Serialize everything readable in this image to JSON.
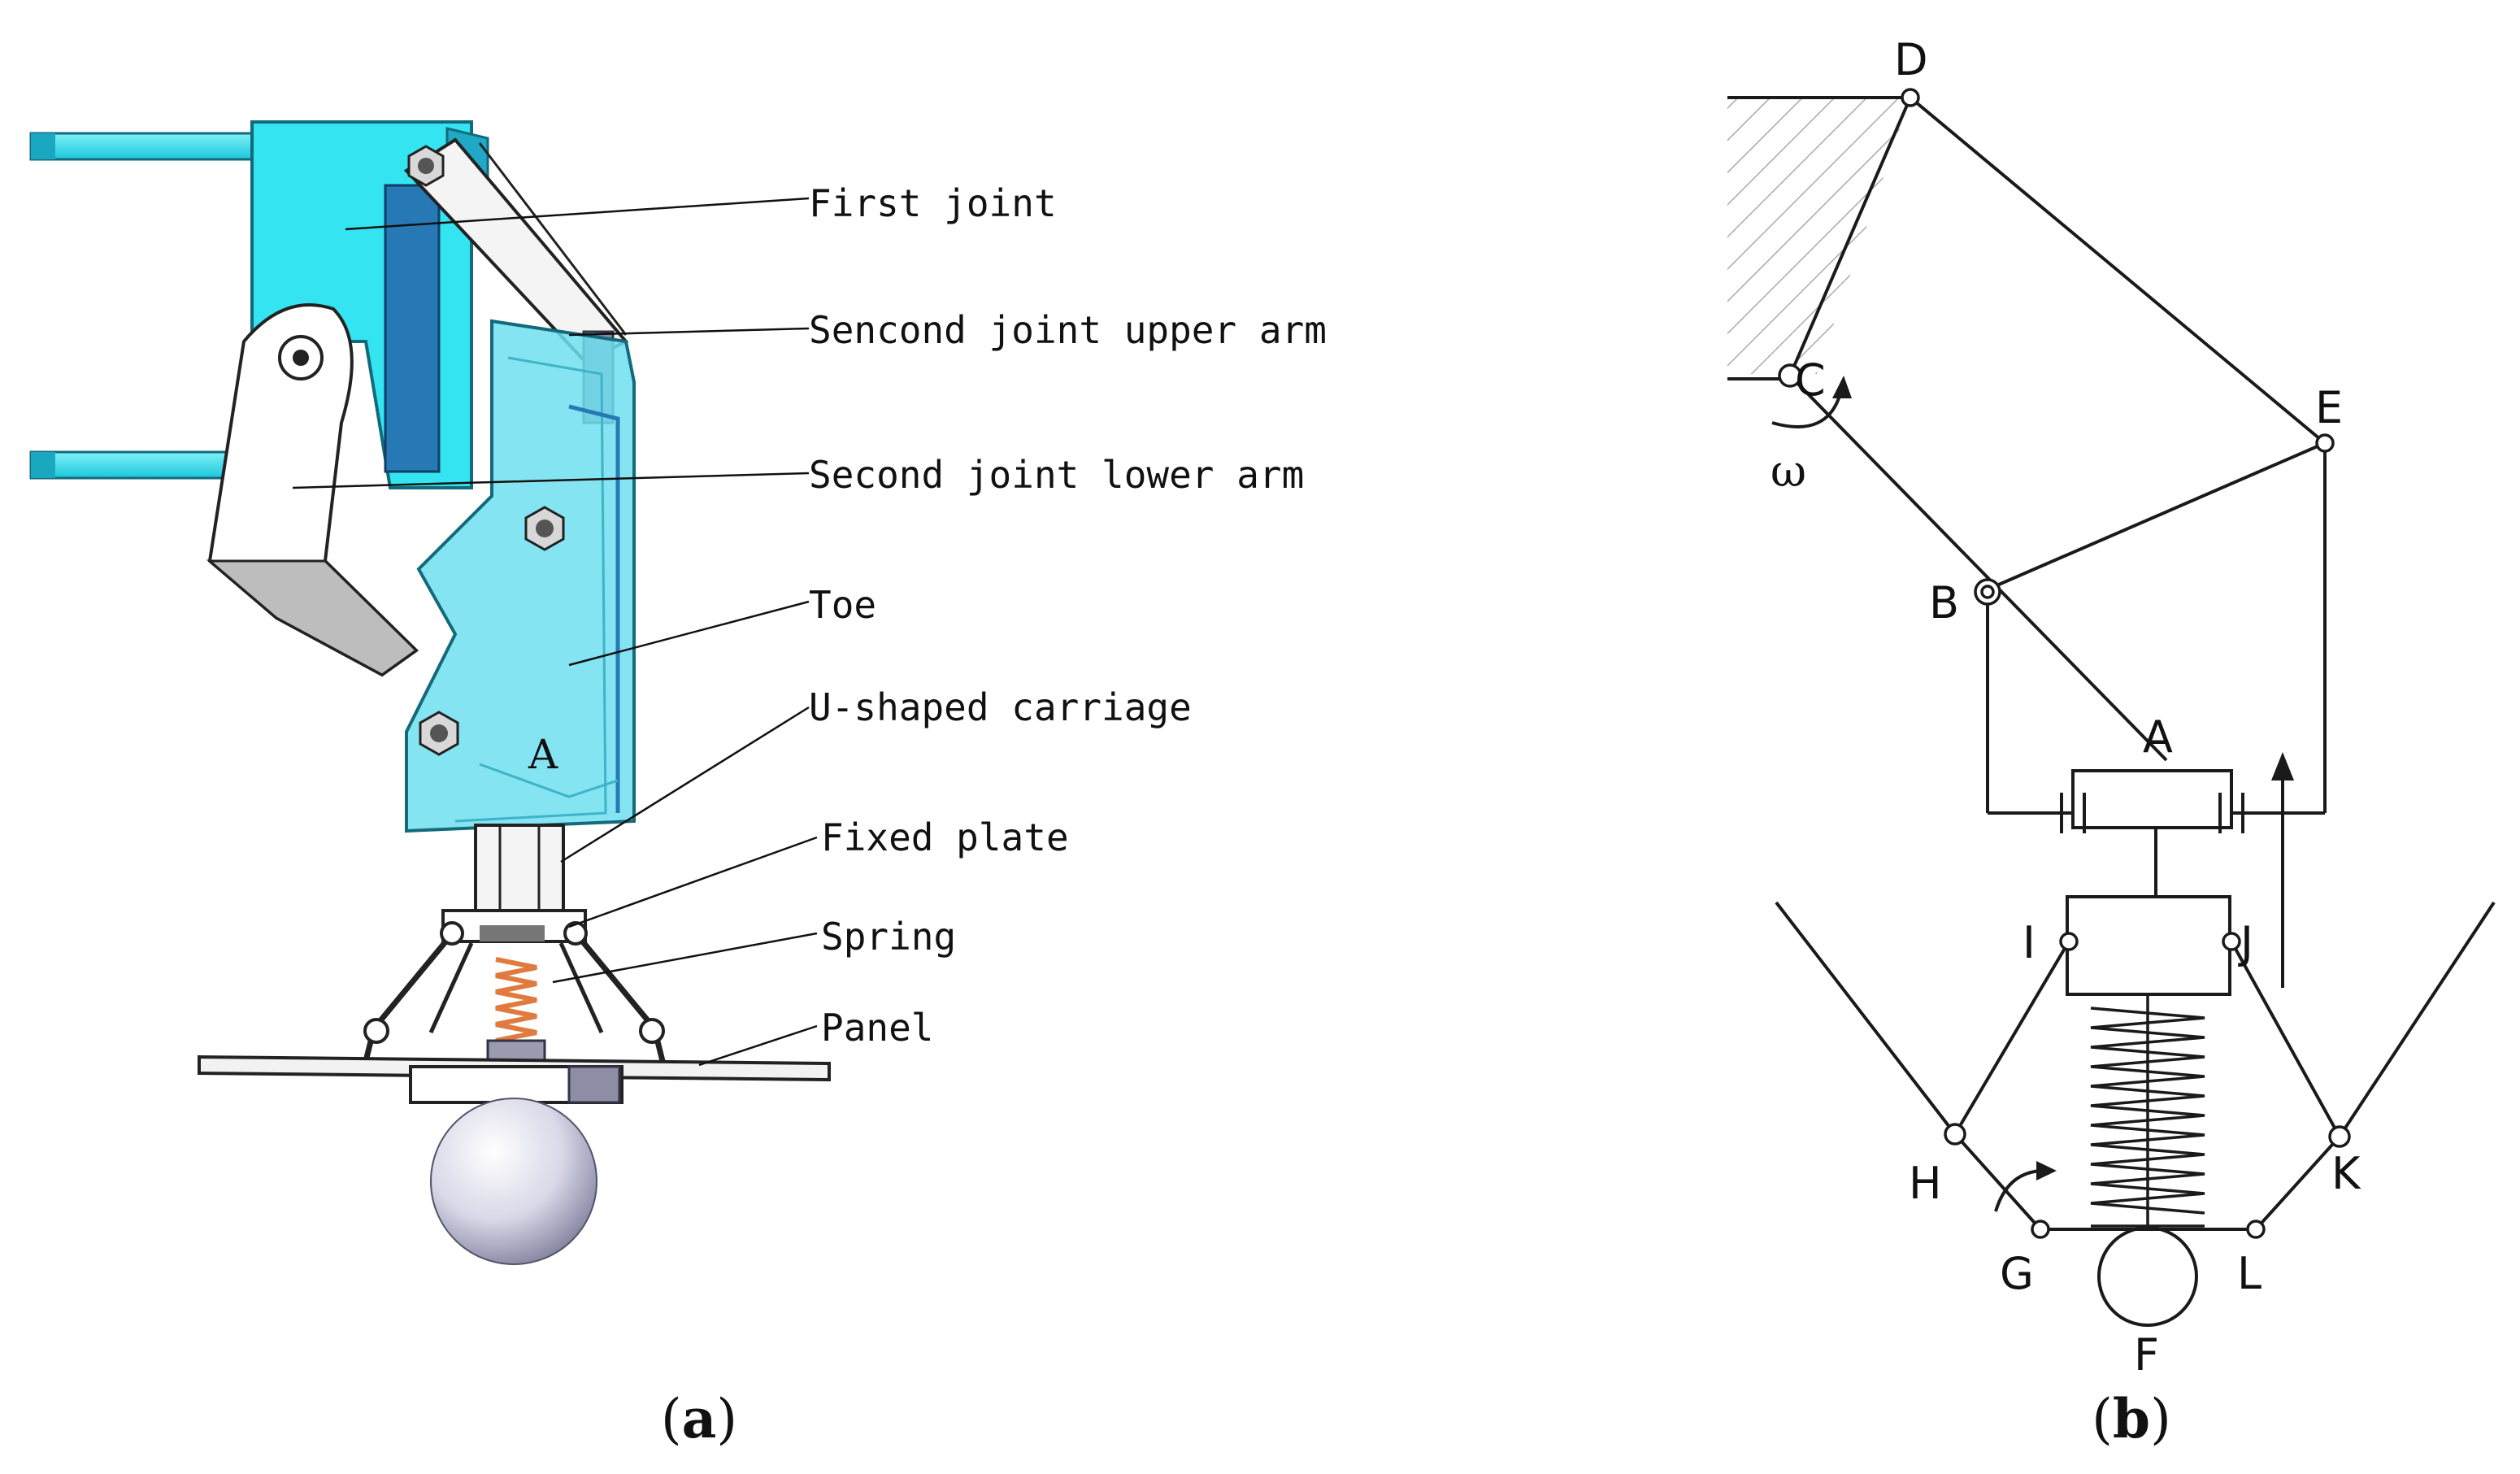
{
  "figure": {
    "panel_a": {
      "caption": {
        "open": "(",
        "letter": "a",
        "close": ")"
      },
      "callouts": {
        "first_joint": "First joint",
        "second_upper": "Sencond joint upper arm",
        "second_lower": "Second joint lower arm",
        "toe": "Toe",
        "carriage": "U-shaped carriage",
        "fixed_plate": "Fixed plate",
        "spring": "Spring",
        "panel": "Panel"
      },
      "point_label": "A"
    },
    "panel_b": {
      "caption": {
        "open": "(",
        "letter": "b",
        "close": ")"
      },
      "points": {
        "A": "A",
        "B": "B",
        "C": "C",
        "D": "D",
        "E": "E",
        "F": "F",
        "G": "G",
        "H": "H",
        "I": "I",
        "J": "J",
        "K": "K",
        "L": "L"
      },
      "omega": "ω"
    }
  },
  "colors": {
    "cad_cyan": "#34e4f0",
    "cad_cyan_dark": "#1fa9c6",
    "cad_blue": "#2679b4",
    "toe_cyan": "#6fdfee",
    "spring_orange": "#e07a3f",
    "line": "#1a1a1a"
  },
  "icons": {
    "hatch": "hatched-ground",
    "pivot": "pivot-circle",
    "arrow": "arrow-up-icon",
    "rotation": "curved-arrow-icon"
  }
}
